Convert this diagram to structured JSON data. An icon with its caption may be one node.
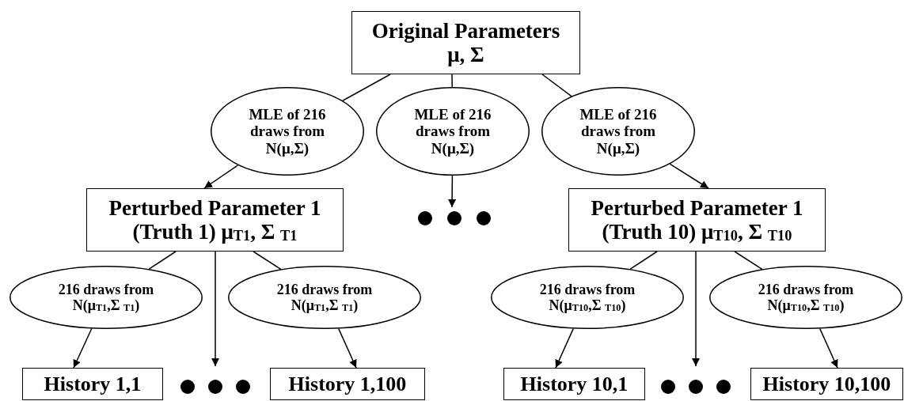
{
  "diagram": {
    "nodes": [
      {
        "text": [
          "Original Parameters",
          "μ, Σ"
        ]
      },
      {
        "text": [
          "MLE of 216 draws from N(μ,Σ)"
        ]
      },
      {
        "text": [
          "MLE of 216 draws from N(μ,Σ)"
        ]
      },
      {
        "text": [
          "MLE of 216 draws from N(μ,Σ)"
        ]
      },
      {
        "text": [
          "Perturbed Parameter 1",
          "(Truth 1) μ$_{T1}$, Σ $_{T1}$"
        ]
      },
      {
        "text": [],
        "shape": "dots"
      },
      {
        "text": [
          "Perturbed Parameter 1",
          "(Truth 10) μ$_{T10}$, Σ $_{T10}$"
        ]
      },
      {
        "text": [
          "216 draws from N(μ$_{T1}$,Σ $_{T1}$)"
        ]
      },
      {
        "text": [
          "216 draws from N(μ$_{T1}$,Σ $_{T1}$)"
        ]
      },
      {
        "text": [
          "216 draws from N(μ$_{T10}$,Σ $_{T10}$)"
        ]
      },
      {
        "text": [
          "216 draws from N(μ$_{T10}$,Σ $_{T10}$)"
        ]
      },
      {
        "text": [
          "History 1,1"
        ]
      },
      {
        "text": [],
        "shape": "dots"
      },
      {
        "text": [
          "History 1,100"
        ]
      },
      {
        "text": [
          "History 10,1"
        ]
      },
      {
        "text": [],
        "shape": "dots"
      },
      {
        "text": [
          "History 10,100"
        ]
      }
    ],
    "edges": [
      {
        "from": 0,
        "to": 1,
        "arrow": "none"
      },
      {
        "from": 1,
        "to": 4,
        "arrow": "to"
      },
      {
        "from": 0,
        "to": 2,
        "arrow": "none"
      },
      {
        "from": 2,
        "to": 5,
        "arrow": "to"
      },
      {
        "from": 0,
        "to": 3,
        "arrow": "none"
      },
      {
        "from": 3,
        "to": 6,
        "arrow": "to"
      },
      {
        "from": 4,
        "to": 7,
        "arrow": "none"
      },
      {
        "from": 7,
        "to": 11,
        "arrow": "to"
      },
      {
        "from": 4,
        "to": 12,
        "arrow": "to"
      },
      {
        "from": 4,
        "to": 8,
        "arrow": "none"
      },
      {
        "from": 8,
        "to": 13,
        "arrow": "to"
      },
      {
        "from": 6,
        "to": 9,
        "arrow": "none"
      },
      {
        "from": 9,
        "to": 14,
        "arrow": "to"
      },
      {
        "from": 6,
        "to": 15,
        "arrow": "to"
      },
      {
        "from": 6,
        "to": 10,
        "arrow": "none"
      },
      {
        "from": 10,
        "to": 16,
        "arrow": "to"
      }
    ]
  }
}
